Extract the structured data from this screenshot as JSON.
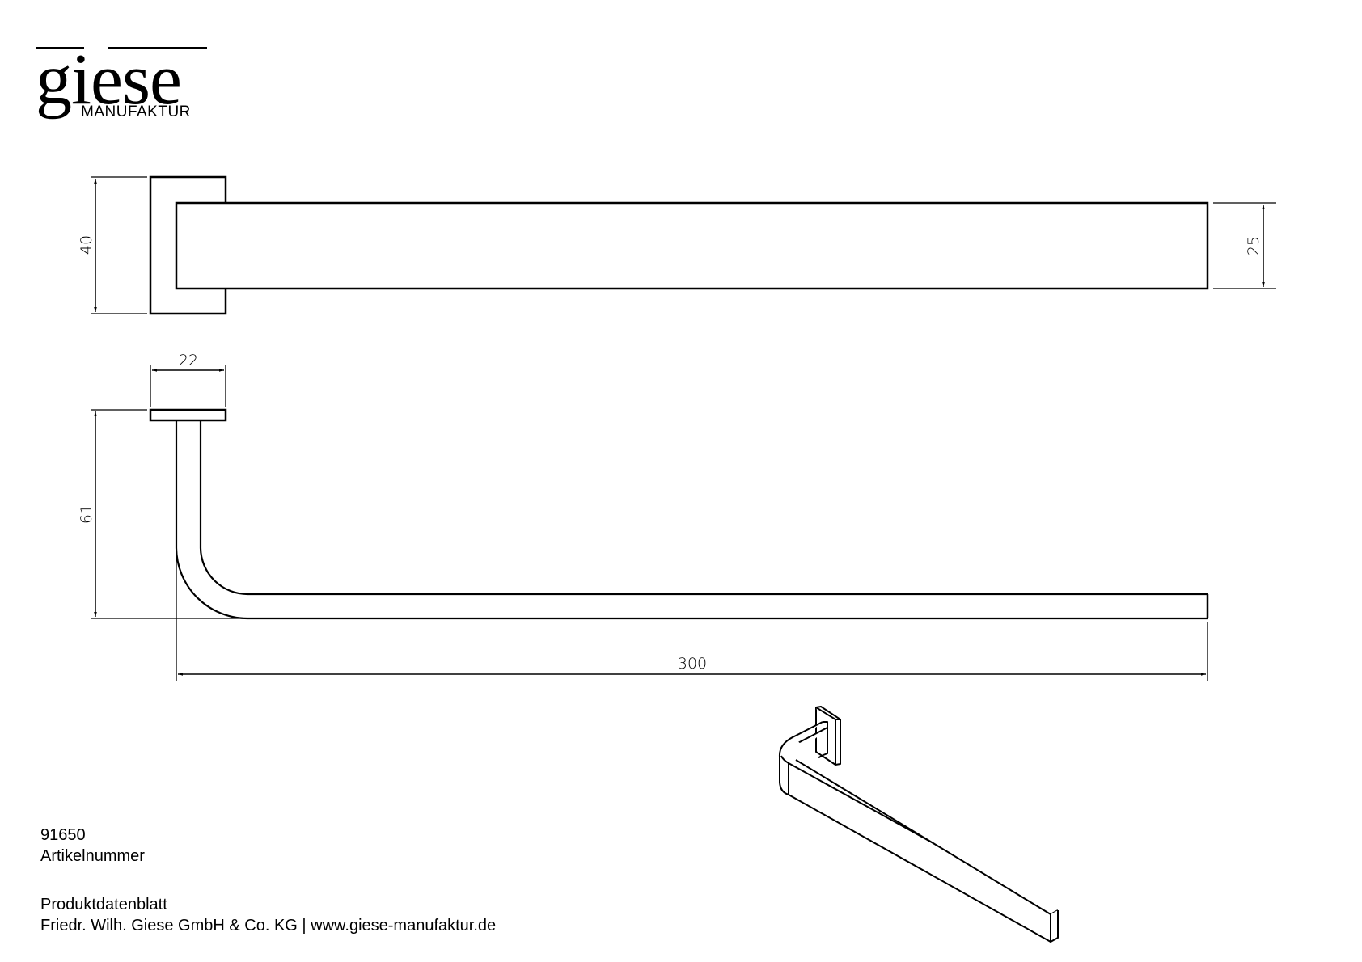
{
  "logo": {
    "word": "giese",
    "subtitle": "MANUFAKTUR"
  },
  "drawing": {
    "top_view": {
      "dim_height_plate": "40",
      "dim_height_bar": "25"
    },
    "side_view": {
      "dim_plate_depth": "22",
      "dim_projection": "61",
      "dim_length": "300"
    },
    "iso_view": "isometric-towel-holder"
  },
  "footer": {
    "article_number": "91650",
    "article_label": "Artikelnummer",
    "doc_title": "Produktdatenblatt",
    "company_line": "Friedr. Wilh. Giese GmbH & Co. KG | www.giese-manufaktur.de"
  }
}
